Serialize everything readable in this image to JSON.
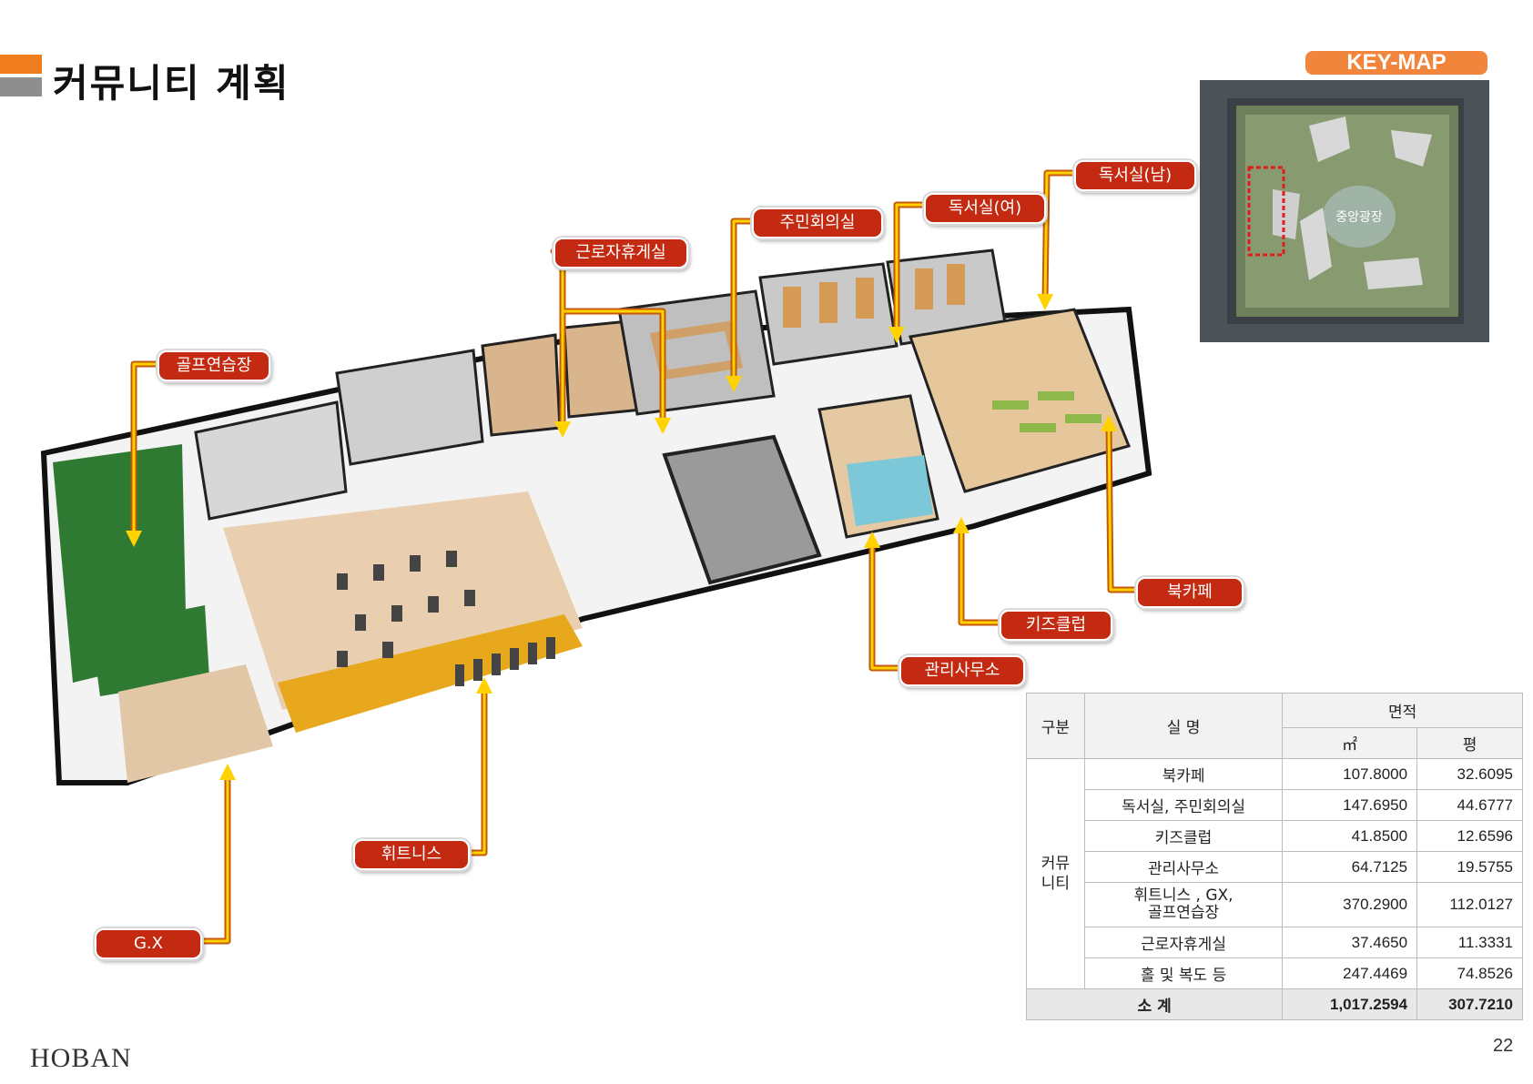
{
  "page": {
    "title": "커뮤니티 계획",
    "brand": "HOBAN",
    "page_number": "22"
  },
  "keymap": {
    "label": "KEY-MAP",
    "map_text": "중앙광장"
  },
  "callouts": {
    "golf": "골프연습장",
    "rest": "근로자휴게실",
    "meeting": "주민회의실",
    "study_f": "독서실(여)",
    "study_m": "독서실(남)",
    "bookcafe": "북카페",
    "kids": "키즈클럽",
    "office": "관리사무소",
    "fitness": "휘트니스",
    "gx": "G.X"
  },
  "colors": {
    "callout_red": "#c42a12",
    "leader_yellow": "#ffd200",
    "accent_orange": "#f07e1e",
    "title_gray": "#8e8e8e"
  },
  "table": {
    "header": {
      "category": "구분",
      "room": "실 명",
      "area": "면적",
      "unit_m2": "㎡",
      "unit_py": "평"
    },
    "group": "커뮤\n니티",
    "rows": [
      {
        "name": "북카페",
        "m2": "107.8000",
        "py": "32.6095"
      },
      {
        "name": "독서실, 주민회의실",
        "m2": "147.6950",
        "py": "44.6777"
      },
      {
        "name": "키즈클럽",
        "m2": "41.8500",
        "py": "12.6596"
      },
      {
        "name": "관리사무소",
        "m2": "64.7125",
        "py": "19.5755"
      },
      {
        "name": "휘트니스 , GX,\n골프연습장",
        "m2": "370.2900",
        "py": "112.0127"
      },
      {
        "name": "근로자휴게실",
        "m2": "37.4650",
        "py": "11.3331"
      },
      {
        "name": "홀 및 복도 등",
        "m2": "247.4469",
        "py": "74.8526"
      }
    ],
    "total": {
      "label": "소 계",
      "m2": "1,017.2594",
      "py": "307.7210"
    }
  }
}
